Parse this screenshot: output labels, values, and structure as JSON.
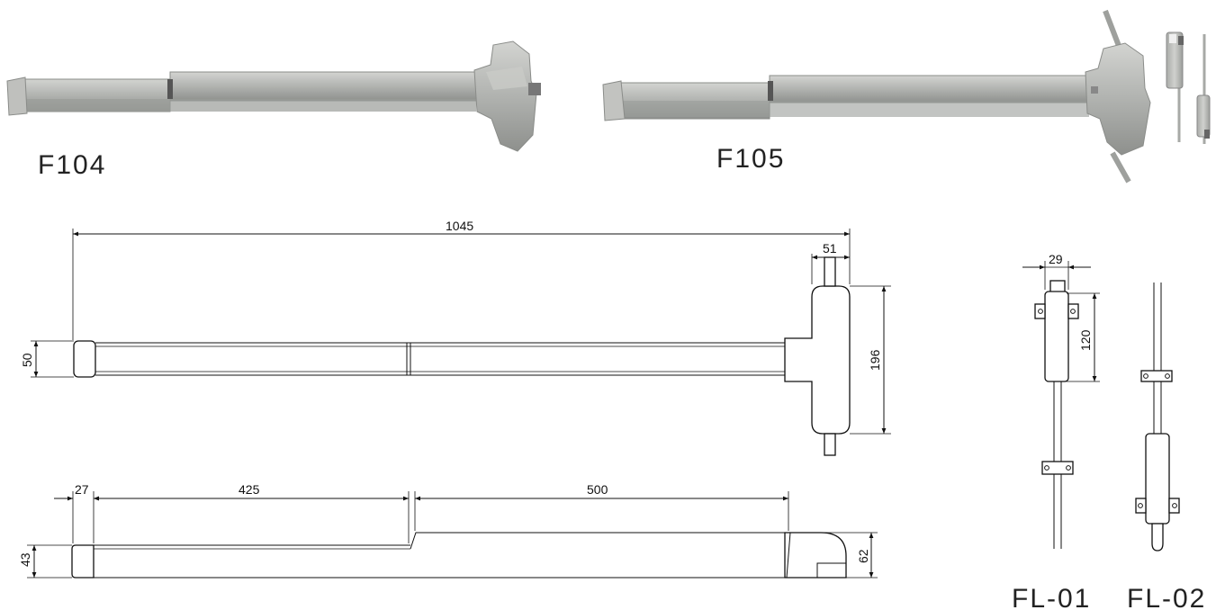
{
  "products": {
    "f104": {
      "label": "F104"
    },
    "f105": {
      "label": "F105"
    },
    "fl01": {
      "label": "FL-01"
    },
    "fl02": {
      "label": "FL-02"
    }
  },
  "dimensions": {
    "overall_length": "1045",
    "head_width": "51",
    "bar_height": "50",
    "head_height": "196",
    "end_cap_length": "27",
    "push_bar_length": "425",
    "touch_bar_length": "500",
    "side_bar_height": "43",
    "side_head_height": "62",
    "latch_width": "29",
    "latch_height": "120"
  },
  "colors": {
    "metal": "#b7b9b6",
    "metal_dark": "#8d8f8c",
    "line": "#111111"
  }
}
